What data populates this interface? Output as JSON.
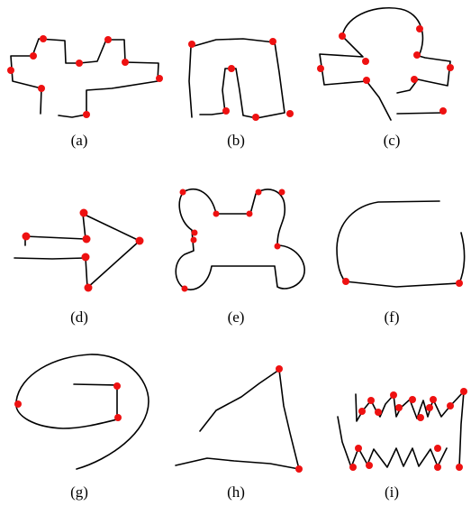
{
  "panels": [
    {
      "id": "a",
      "caption": "(a)"
    },
    {
      "id": "b",
      "caption": "(b)"
    },
    {
      "id": "c",
      "caption": "(c)"
    },
    {
      "id": "d",
      "caption": "(d)"
    },
    {
      "id": "e",
      "caption": "(e)"
    },
    {
      "id": "f",
      "caption": "(f)"
    },
    {
      "id": "g",
      "caption": "(g)"
    },
    {
      "id": "h",
      "caption": "(h)"
    },
    {
      "id": "i",
      "caption": "(i)"
    }
  ],
  "colors": {
    "stroke": "#000000",
    "corner_points": "#ee1111"
  }
}
